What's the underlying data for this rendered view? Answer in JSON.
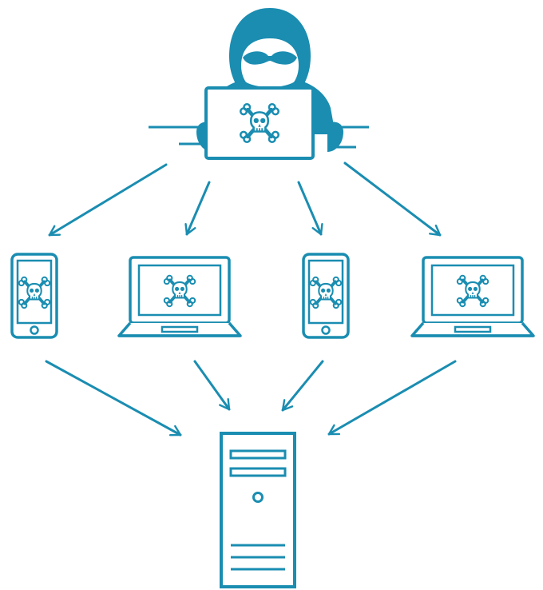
{
  "diagram": {
    "accent_color": "#1a8db1",
    "nodes": [
      {
        "id": "attacker",
        "kind": "hooded-hacker-with-laptop",
        "icon": "hacker-icon"
      },
      {
        "id": "victim-phone-1",
        "kind": "smartphone",
        "icon": "infected-phone-icon"
      },
      {
        "id": "victim-laptop-1",
        "kind": "laptop",
        "icon": "infected-laptop-icon"
      },
      {
        "id": "victim-phone-2",
        "kind": "smartphone",
        "icon": "infected-phone-icon"
      },
      {
        "id": "victim-laptop-2",
        "kind": "laptop",
        "icon": "infected-laptop-icon"
      },
      {
        "id": "target-server",
        "kind": "server-tower",
        "icon": "server-icon"
      }
    ],
    "edges": [
      {
        "from": "attacker",
        "to": "victim-phone-1"
      },
      {
        "from": "attacker",
        "to": "victim-laptop-1"
      },
      {
        "from": "attacker",
        "to": "victim-phone-2"
      },
      {
        "from": "attacker",
        "to": "victim-laptop-2"
      },
      {
        "from": "victim-phone-1",
        "to": "target-server"
      },
      {
        "from": "victim-laptop-1",
        "to": "target-server"
      },
      {
        "from": "victim-phone-2",
        "to": "target-server"
      },
      {
        "from": "victim-laptop-2",
        "to": "target-server"
      }
    ]
  }
}
